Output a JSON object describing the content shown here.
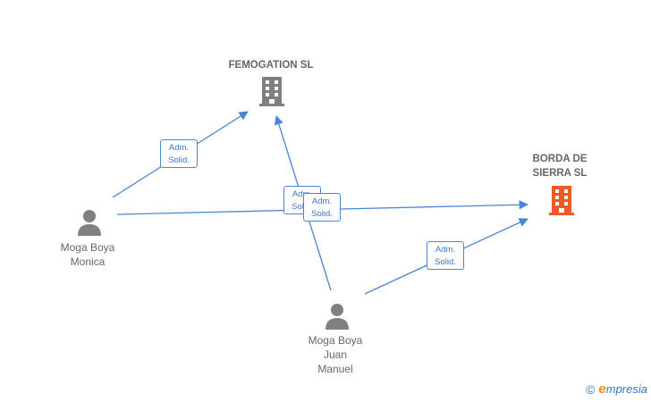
{
  "companies": [
    {
      "id": "femogation",
      "label": "FEMOGATION SL",
      "color": "#808080"
    },
    {
      "id": "borda",
      "label": "BORDA DE\nSIERRA  SL",
      "color": "#f05a28"
    }
  ],
  "persons": [
    {
      "id": "monica",
      "label": "Moga Boya\nMonica",
      "color": "#808080"
    },
    {
      "id": "juan",
      "label": "Moga Boya\nJuan\nManuel",
      "color": "#808080"
    }
  ],
  "edges": [
    {
      "from": "monica",
      "to": "femogation",
      "label": "Adm.\nSolid."
    },
    {
      "from": "monica",
      "to": "borda",
      "label": "Adm.\nSolid."
    },
    {
      "from": "juan",
      "to": "femogation",
      "label": "Adm.\nSolid."
    },
    {
      "from": "juan",
      "to": "borda",
      "label": "Adm.\nSolid."
    }
  ],
  "edge_color": "#4a86d8",
  "watermark": {
    "copyright": "©",
    "brand_first": "e",
    "brand_rest": "mpresia"
  }
}
